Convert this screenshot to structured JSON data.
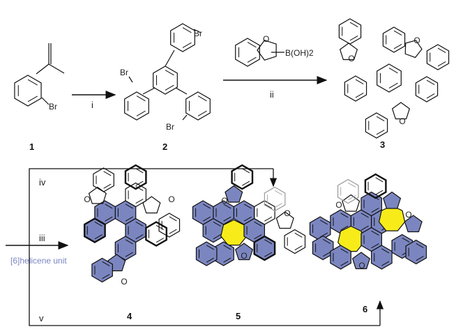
{
  "compounds": {
    "c1": "1",
    "c2": "2",
    "c3": "3",
    "c4": "4",
    "c5": "5",
    "c6": "6"
  },
  "steps": {
    "i": "i",
    "ii": "ii",
    "iii": "iii",
    "iv": "iv",
    "v": "v"
  },
  "atoms": {
    "br": "Br",
    "o": "O",
    "boronic": "B(OH)2"
  },
  "annotation": "[6]helicene unit",
  "colors": {
    "helicene_blue": "#7b86c0",
    "heptagon_yellow": "#f7ec1a",
    "line": "#111111"
  }
}
